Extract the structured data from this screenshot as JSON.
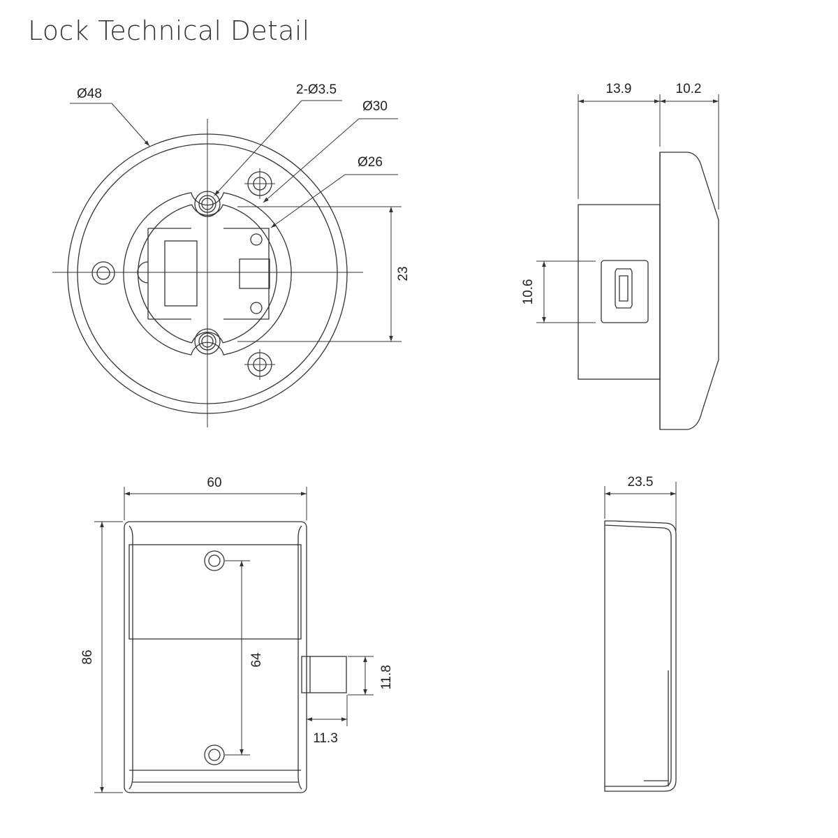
{
  "title": "Lock Technical Detail",
  "front_view": {
    "outer_diameter": "Ø48",
    "holes": "2-Ø3.5",
    "ring_diameter": "Ø30",
    "inner_diameter": "Ø26",
    "hole_spacing": "23"
  },
  "side_view": {
    "body_depth": "13.9",
    "cap_depth": "10.2",
    "port_height": "10.6"
  },
  "back_view": {
    "width": "60",
    "height": "86",
    "screw_spacing": "64",
    "bolt_height": "11.8",
    "bolt_length": "11.3"
  },
  "profile_view": {
    "depth": "23.5"
  }
}
